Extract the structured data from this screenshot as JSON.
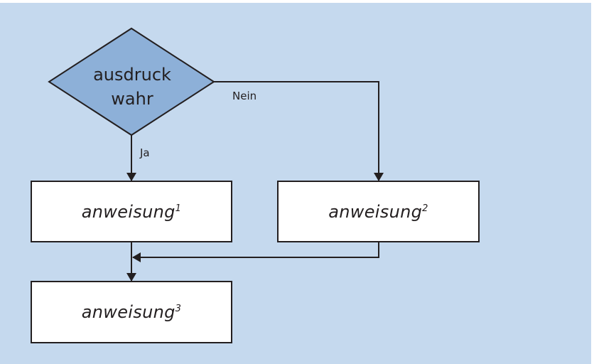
{
  "colors": {
    "background": "#c5d9ee",
    "decision_fill": "#8db0d8",
    "box_fill": "#ffffff",
    "stroke": "#231f20"
  },
  "decision": {
    "line1": "ausdruck",
    "line2": "wahr"
  },
  "edges": {
    "yes_label": "Ja",
    "no_label": "Nein"
  },
  "statements": [
    {
      "text": "anweisung",
      "index": "1"
    },
    {
      "text": "anweisung",
      "index": "2"
    },
    {
      "text": "anweisung",
      "index": "3"
    }
  ]
}
